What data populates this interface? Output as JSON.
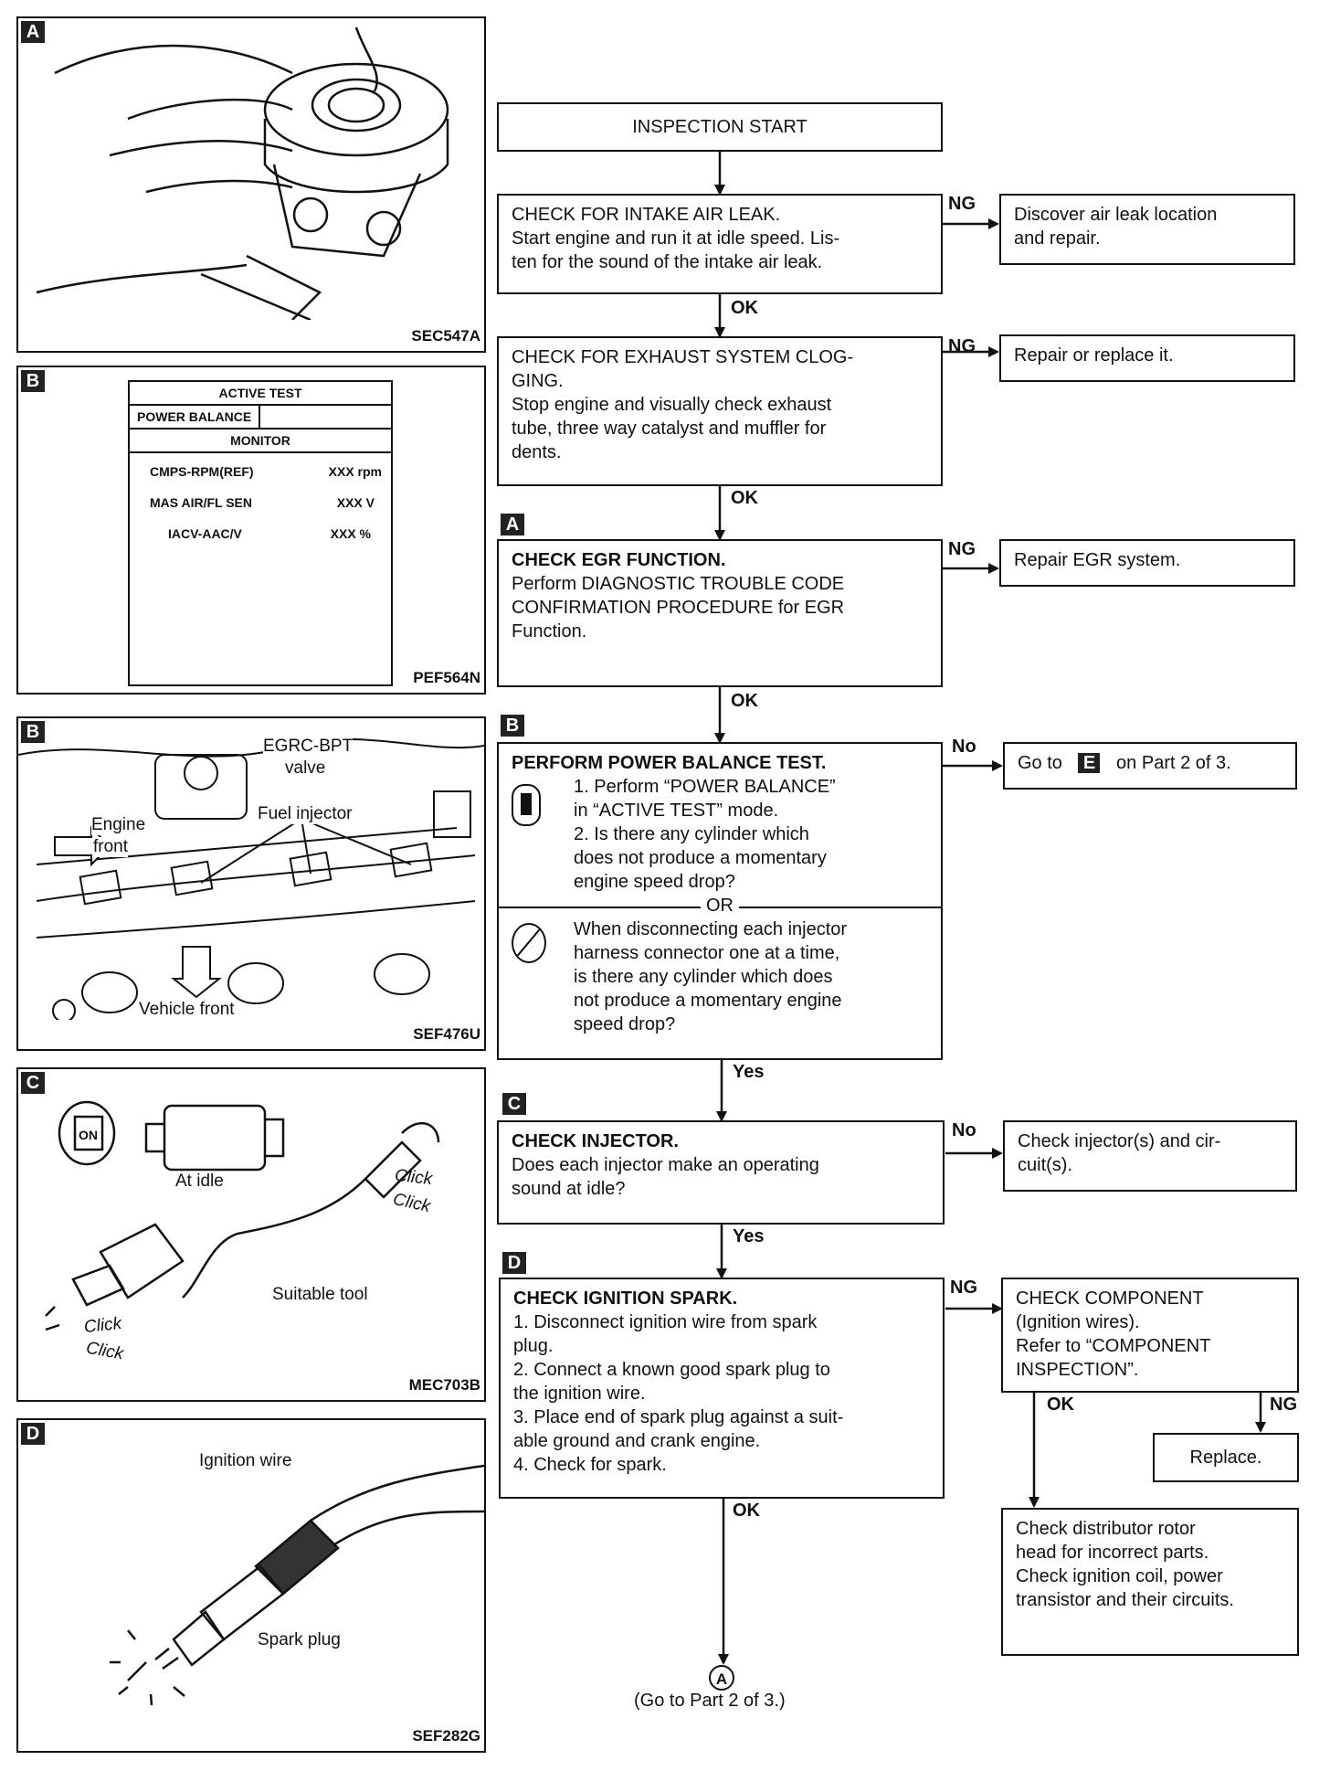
{
  "panels": {
    "a": {
      "tag": "A",
      "code": "SEC547A"
    },
    "b1": {
      "tag": "B",
      "code": "PEF564N",
      "active_test": "ACTIVE TEST",
      "power_balance": "POWER BALANCE",
      "monitor": "MONITOR",
      "rows": [
        {
          "name": "CMPS-RPM(REF)",
          "value": "XXX rpm"
        },
        {
          "name": "MAS AIR/FL SEN",
          "value": "XXX V"
        },
        {
          "name": "IACV-AAC/V",
          "value": "XXX %"
        }
      ]
    },
    "b2": {
      "tag": "B",
      "code": "SEF476U",
      "labels": {
        "egrc": "EGRC-BPT",
        "valve": "valve",
        "fuel_injector": "Fuel injector",
        "engine": "Engine",
        "front": "front",
        "vehicle_front": "Vehicle front"
      }
    },
    "c": {
      "tag": "C",
      "code": "MEC703B",
      "labels": {
        "at_idle": "At idle",
        "suitable_tool": "Suitable tool",
        "click": "Click",
        "on": "ON"
      }
    },
    "d": {
      "tag": "D",
      "code": "SEF282G",
      "labels": {
        "ignition_wire": "Ignition wire",
        "spark_plug": "Spark plug"
      }
    }
  },
  "flow": {
    "start": "INSPECTION START",
    "air_leak": {
      "title": "CHECK FOR INTAKE AIR LEAK.",
      "body": "Start engine and run it at idle speed. Lis-\nten for the sound of the intake air leak."
    },
    "air_leak_ng": "Discover air leak location\nand repair.",
    "exhaust": {
      "title": "CHECK FOR EXHAUST SYSTEM CLOG-\nGING.",
      "body": "Stop engine and visually check exhaust\ntube, three way catalyst and muffler for\ndents."
    },
    "exhaust_ng": "Repair or replace it.",
    "egr": {
      "tag": "A",
      "title": "CHECK EGR FUNCTION.",
      "body": "Perform DIAGNOSTIC TROUBLE CODE\nCONFIRMATION PROCEDURE for EGR\nFunction."
    },
    "egr_ng": "Repair EGR system.",
    "power": {
      "tag": "B",
      "title": "PERFORM POWER BALANCE TEST.",
      "step1": "1. Perform “POWER BALANCE”\n    in “ACTIVE TEST” mode.",
      "step2": "2. Is there any cylinder which\n    does not produce a momentary\n    engine speed drop?",
      "or": "OR",
      "alt": "When disconnecting each injector\nharness connector one at a time,\nis there any cylinder which does\nnot produce a momentary engine\nspeed drop?"
    },
    "power_no_pre": "Go to",
    "power_no_tag": "E",
    "power_no_post": "on Part 2 of 3.",
    "injector": {
      "tag": "C",
      "title": "CHECK INJECTOR.",
      "body": "Does each injector make an operating\nsound at idle?"
    },
    "injector_no": "Check injector(s) and cir-\ncuit(s).",
    "spark": {
      "tag": "D",
      "title": "CHECK IGNITION SPARK.",
      "steps": "1. Disconnect ignition wire from spark\n    plug.\n2. Connect a known good spark plug to\n    the ignition wire.\n3. Place end of spark plug against a suit-\n    able ground and crank engine.\n4. Check for spark."
    },
    "component": "CHECK COMPONENT\n(Ignition wires).\nRefer to “COMPONENT\nINSPECTION”.",
    "replace": "Replace.",
    "distributor": "Check distributor rotor\nhead for incorrect parts.\nCheck ignition coil, power\ntransistor and their circuits.",
    "end_marker": "A",
    "end_text": "(Go to Part 2 of 3.)",
    "labels": {
      "ok": "OK",
      "ng": "NG",
      "yes": "Yes",
      "no": "No"
    }
  }
}
